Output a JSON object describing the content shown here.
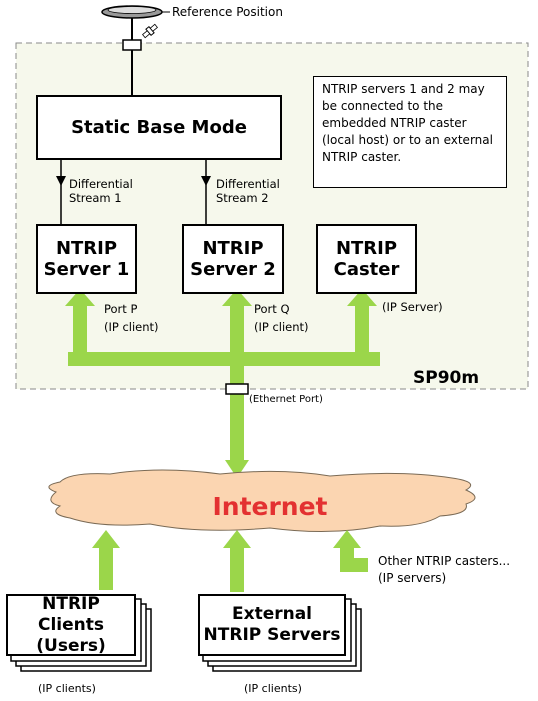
{
  "reference_position": "Reference Position",
  "static_base_mode": "Static Base Mode",
  "diff_stream_1": [
    "Differential",
    "Stream 1"
  ],
  "diff_stream_2": [
    "Differential",
    "Stream 2"
  ],
  "note": "NTRIP servers 1 and 2 may be connected to the embedded NTRIP caster (local host) or to an external NTRIP caster.",
  "server1": [
    "NTRIP",
    "Server 1"
  ],
  "server2": [
    "NTRIP",
    "Server 2"
  ],
  "caster": [
    "NTRIP",
    "Caster"
  ],
  "port_p": [
    "Port P",
    "(IP client)"
  ],
  "port_q": [
    "Port Q",
    "(IP client)"
  ],
  "ip_server": "(IP Server)",
  "device_name": "SP90m",
  "ethernet_port": "(Ethernet Port)",
  "internet": "Internet",
  "other_casters": [
    "Other NTRIP casters...",
    "(IP servers)"
  ],
  "clients": [
    "NTRIP Clients",
    "(Users)"
  ],
  "external_servers": [
    "External",
    "NTRIP Servers"
  ],
  "clients_note": "(IP clients)",
  "external_note": "(IP clients)",
  "colors": {
    "device_fill": "#f6f8ec",
    "arrow_green": "#9bd64a",
    "cloud_fill": "#fbd5b1",
    "internet_text": "#e33131"
  }
}
